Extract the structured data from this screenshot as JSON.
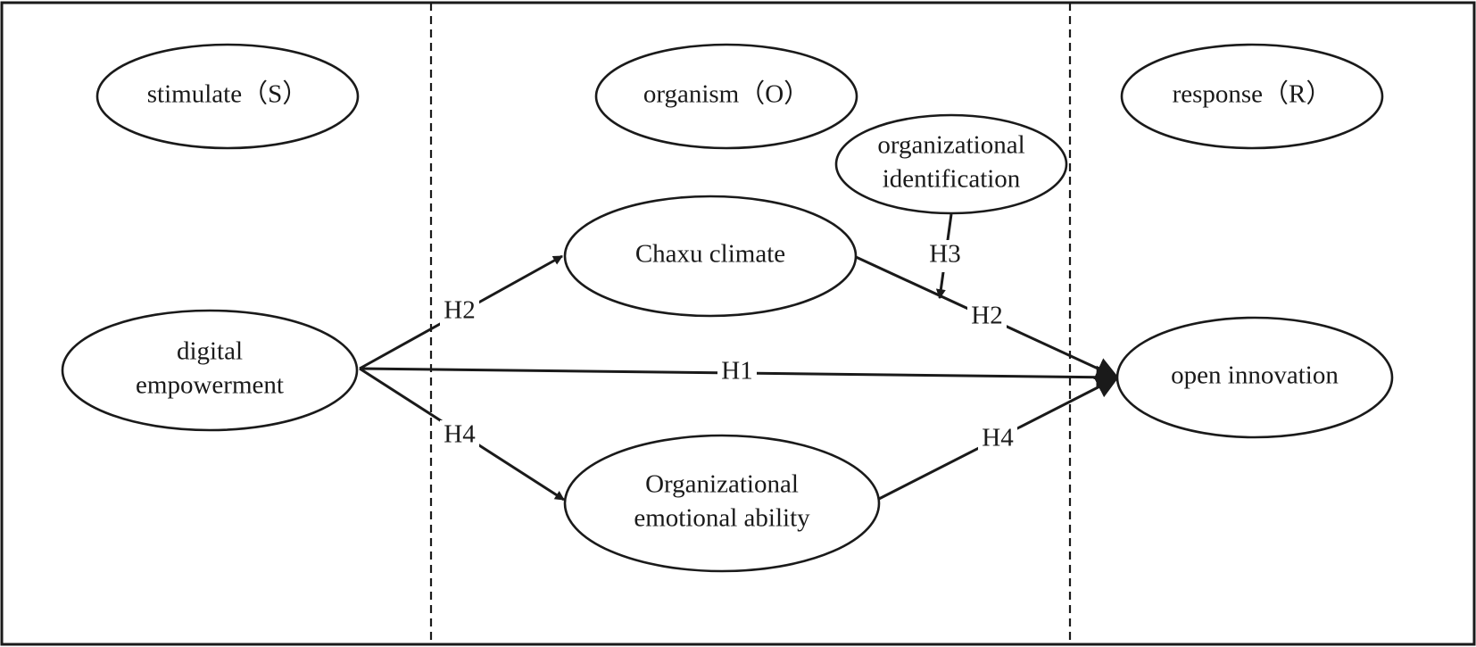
{
  "diagram": {
    "nodes": [
      {
        "id": "stimulate",
        "lines": [
          "stimulate（S）"
        ]
      },
      {
        "id": "organism",
        "lines": [
          "organism（O）"
        ]
      },
      {
        "id": "response",
        "lines": [
          "response（R）"
        ]
      },
      {
        "id": "identification",
        "lines": [
          "organizational",
          "identification"
        ]
      },
      {
        "id": "chaxu",
        "lines": [
          "Chaxu climate"
        ]
      },
      {
        "id": "digital",
        "lines": [
          "digital",
          "empowerment"
        ]
      },
      {
        "id": "open",
        "lines": [
          "open innovation"
        ]
      },
      {
        "id": "emotional",
        "lines": [
          "Organizational",
          "emotional ability"
        ]
      }
    ],
    "edges": [
      {
        "id": "e-h2a",
        "from": "digital",
        "to": "chaxu",
        "label": "H2"
      },
      {
        "id": "e-h2b",
        "from": "chaxu",
        "to": "open",
        "label": "H2"
      },
      {
        "id": "e-h1",
        "from": "digital",
        "to": "open",
        "label": "H1"
      },
      {
        "id": "e-h4a",
        "from": "digital",
        "to": "emotional",
        "label": "H4"
      },
      {
        "id": "e-h4b",
        "from": "emotional",
        "to": "open",
        "label": "H4"
      },
      {
        "id": "e-h3",
        "from": "identification",
        "to": "e-h2b",
        "label": "H3"
      }
    ]
  }
}
